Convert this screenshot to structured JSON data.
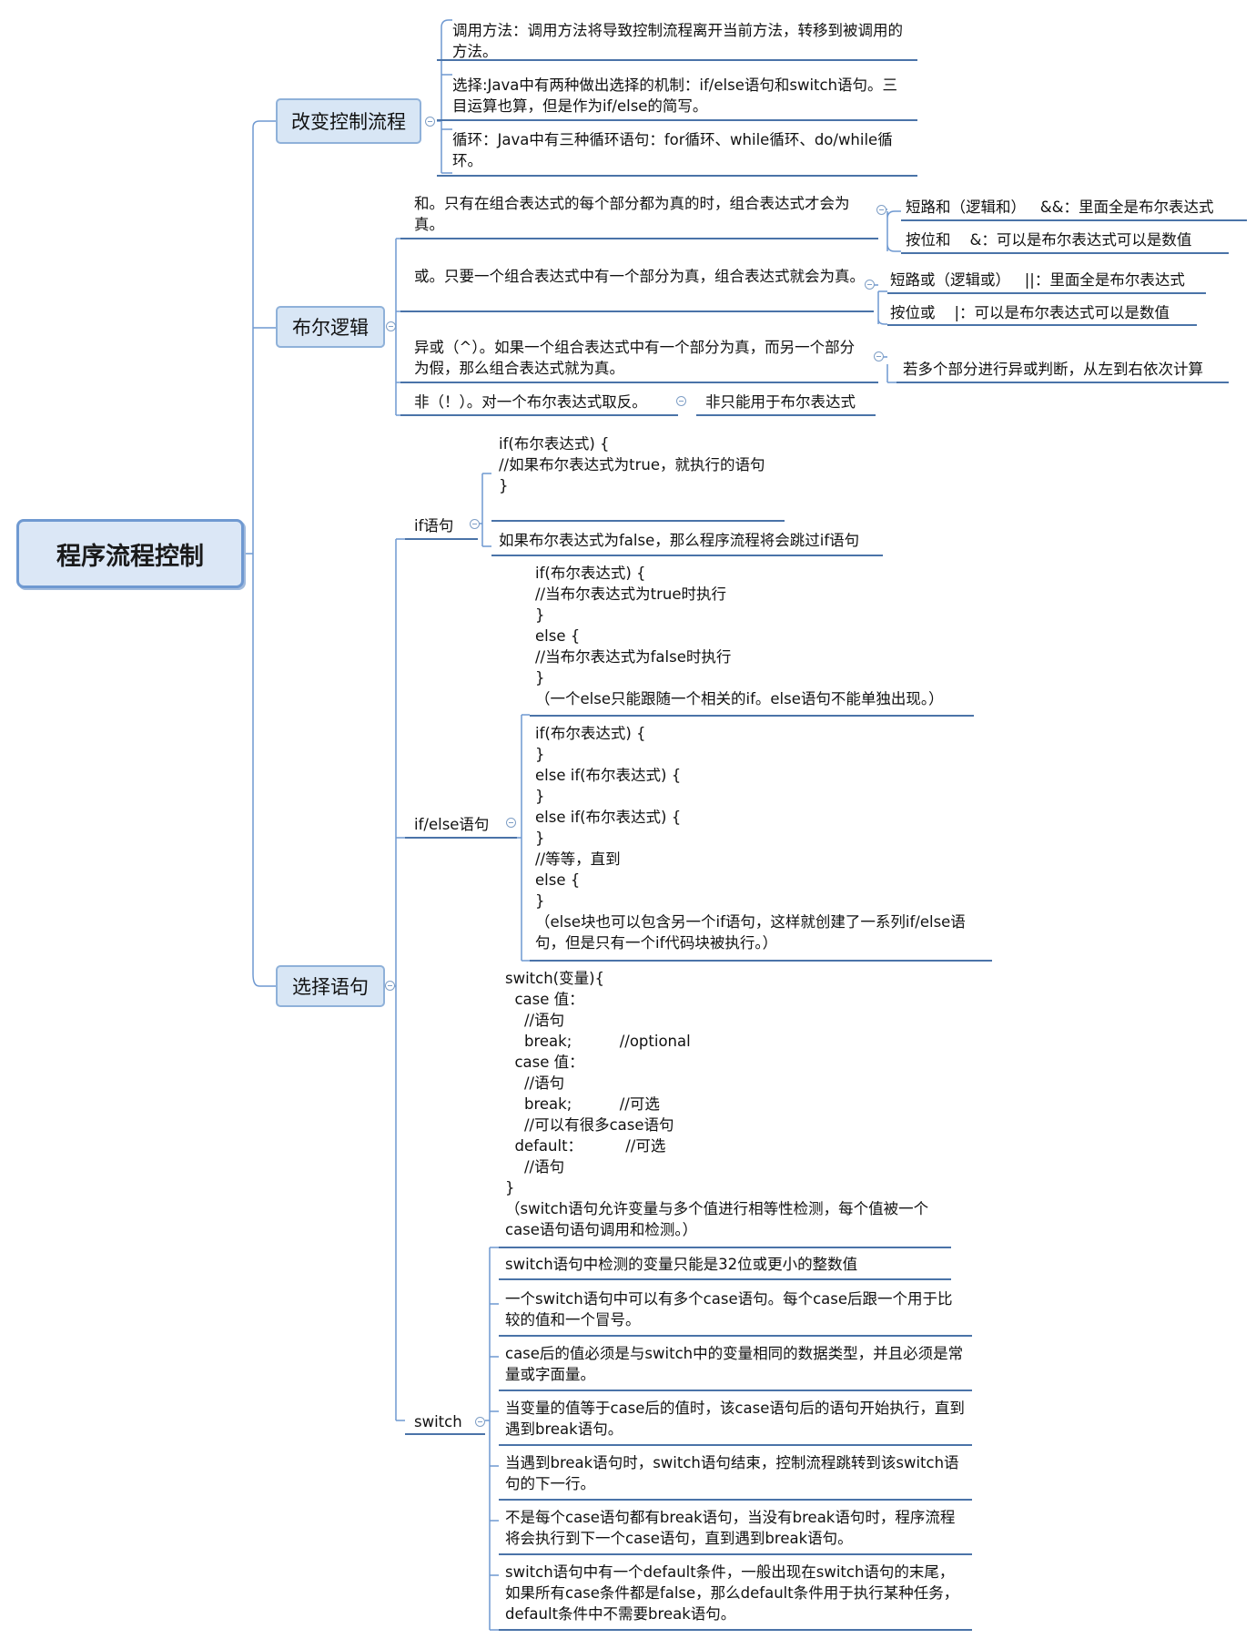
{
  "root": {
    "label": "程序流程控制"
  },
  "branches": {
    "control_flow": {
      "label": "改变控制流程",
      "items": [
        "调用方法：调用方法将导致控制流程离开当前方法，转移到被调用的方法。",
        "选择:Java中有两种做出选择的机制：if/else语句和switch语句。三目运算也算，但是作为if/else的简写。",
        "循环：Java中有三种循环语句：for循环、while循环、do/while循环。"
      ]
    },
    "boolean_logic": {
      "label": "布尔逻辑",
      "and": {
        "text": "和。只有在组合表达式的每个部分都为真的时，组合表达式才会为真。",
        "sub": [
          "短路和（逻辑和）   &&：里面全是布尔表达式",
          "按位和    &：可以是布尔表达式可以是数值"
        ]
      },
      "or": {
        "text": "或。只要一个组合表达式中有一个部分为真，组合表达式就会为真。",
        "sub": [
          "短路或（逻辑或）   ||：里面全是布尔表达式",
          "按位或    |：可以是布尔表达式可以是数值"
        ]
      },
      "xor": {
        "text": "异或（^）。如果一个组合表达式中有一个部分为真，而另一个部分为假，那么组合表达式就为真。",
        "sub": [
          "若多个部分进行异或判断，从左到右依次计算"
        ]
      },
      "not": {
        "text": "非（！）。对一个布尔表达式取反。",
        "sub": [
          "非只能用于布尔表达式"
        ]
      }
    },
    "selection": {
      "label": "选择语句",
      "if": {
        "label": "if语句",
        "code": "if(布尔表达式) {\n//如果布尔表达式为true，就执行的语句\n}",
        "note": "如果布尔表达式为false，那么程序流程将会跳过if语句"
      },
      "ifelse": {
        "label": "if/else语句",
        "code1": "if(布尔表达式) {\n//当布尔表达式为true时执行\n}\nelse {\n//当布尔表达式为false时执行\n}\n（一个else只能跟随一个相关的if。else语句不能单独出现。）",
        "code2": "if(布尔表达式) {\n}\nelse if(布尔表达式) {\n}\nelse if(布尔表达式) {\n}\n//等等，直到\nelse {\n}\n（else块也可以包含另一个if语句，这样就创建了一系列if/else语\n句，但是只有一个if代码块被执行。）"
      },
      "switch": {
        "label": "switch",
        "code": "switch(变量){\n  case 值：\n    //语句\n    break;          //optional\n  case 值：\n    //语句\n    break;          //可选\n    //可以有很多case语句\n  default：         //可选\n    //语句\n}\n（switch语句允许变量与多个值进行相等性检测，每个值被一个\ncase语句语句调用和检测。）",
        "rules": [
          "switch语句中检测的变量只能是32位或更小的整数值",
          "一个switch语句中可以有多个case语句。每个case后跟一个用于比较的值和一个冒号。",
          "case后的值必须是与switch中的变量相同的数据类型，并且必须是常量或字面量。",
          "当变量的值等于case后的值时，该case语句后的语句开始执行，直到遇到break语句。",
          "当遇到break语句时，switch语句结束，控制流程跳转到该switch语句的下一行。",
          "不是每个case语句都有break语句，当没有break语句时，程序流程将会执行到下一个case语句，直到遇到break语句。",
          "switch语句中有一个default条件，一般出现在switch语句的末尾，如果所有case条件都是false，那么default条件用于执行某种任务，default条件中不需要break语句。"
        ]
      }
    }
  },
  "colors": {
    "line": "#6f99d1",
    "box_fill": "#d8e6f5",
    "box_border": "#8fb1d9",
    "underline": "#4a73a8"
  }
}
